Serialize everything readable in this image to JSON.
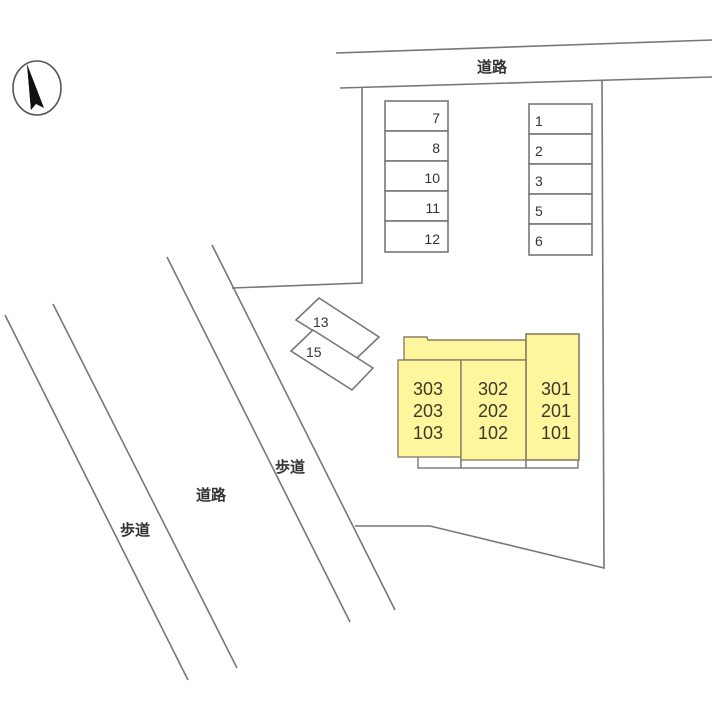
{
  "map": {
    "title": "site-layout",
    "compass": {
      "icon": "north-arrow-icon",
      "direction": "north-northwest"
    },
    "roads": {
      "top_road_label": "道路",
      "main_road_label": "道路",
      "left_sidewalk_label": "歩道",
      "right_sidewalk_label": "歩道"
    },
    "parking": {
      "left_column": [
        "7",
        "8",
        "10",
        "11",
        "12"
      ],
      "right_column": [
        "1",
        "2",
        "3",
        "5",
        "6"
      ],
      "angled": [
        "13",
        "15"
      ]
    },
    "building": {
      "fill_color": "#fff59d",
      "columns": [
        {
          "units": [
            "303",
            "203",
            "103"
          ]
        },
        {
          "units": [
            "302",
            "202",
            "102"
          ]
        },
        {
          "units": [
            "301",
            "201",
            "101"
          ]
        }
      ]
    },
    "colors": {
      "line": "#777777",
      "building": "#fff59d",
      "background": "#ffffff"
    }
  }
}
